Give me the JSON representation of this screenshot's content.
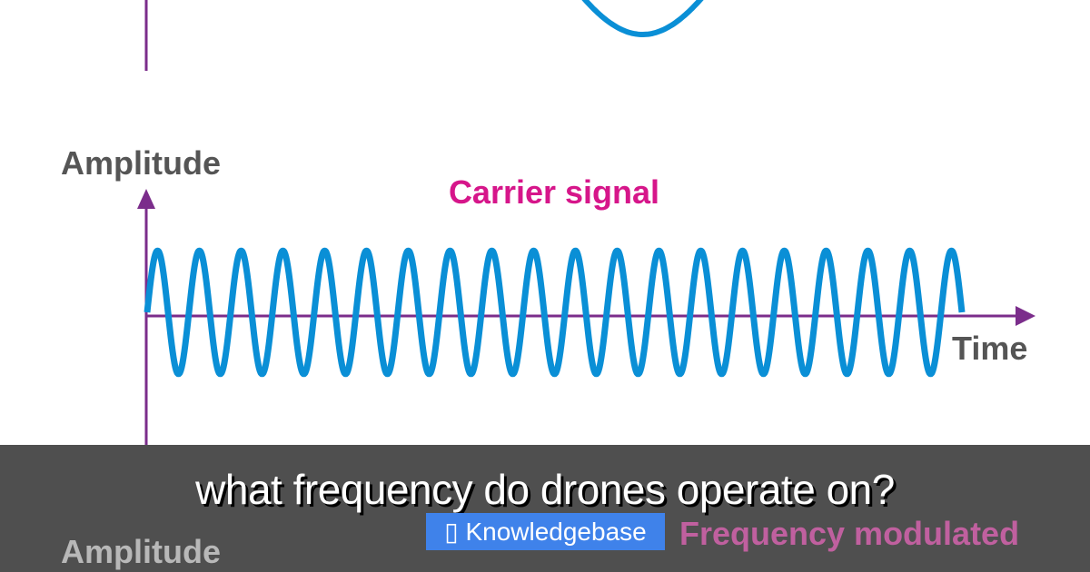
{
  "diagram": {
    "y_axis_label": "Amplitude",
    "x_axis_label": "Time",
    "carrier_label": "Carrier signal",
    "next_label": "Frequency modulated",
    "next_y_axis_label": "Amplitude",
    "colors": {
      "axis": "#7b2d8b",
      "wave": "#0a8fd6",
      "carrier_label": "#d6168a",
      "axis_text": "#555555",
      "next_label": "#7a1450"
    },
    "carrier_cycles": 19.5
  },
  "overlay": {
    "title": "what frequency do drones operate on?",
    "badge_icon": "book-icon",
    "badge_icon_glyph": "▯",
    "badge_label": "Knowledgebase"
  }
}
